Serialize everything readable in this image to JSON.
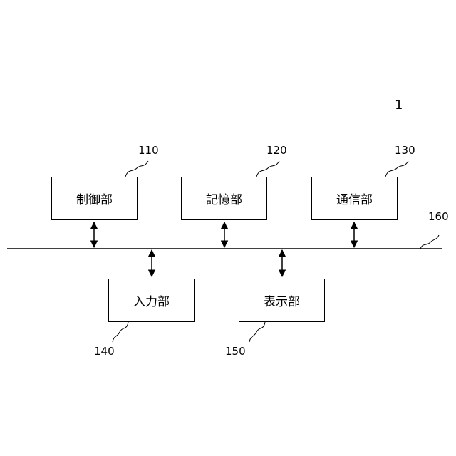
{
  "system_number": "1",
  "bus": {
    "ref": "160"
  },
  "blocks": [
    {
      "id": "control",
      "label": "制御部",
      "ref": "110"
    },
    {
      "id": "storage",
      "label": "記憶部",
      "ref": "120"
    },
    {
      "id": "communication",
      "label": "通信部",
      "ref": "130"
    },
    {
      "id": "input",
      "label": "入力部",
      "ref": "140"
    },
    {
      "id": "display",
      "label": "表示部",
      "ref": "150"
    }
  ],
  "colors": {
    "line": "#000000",
    "background": "#ffffff"
  }
}
